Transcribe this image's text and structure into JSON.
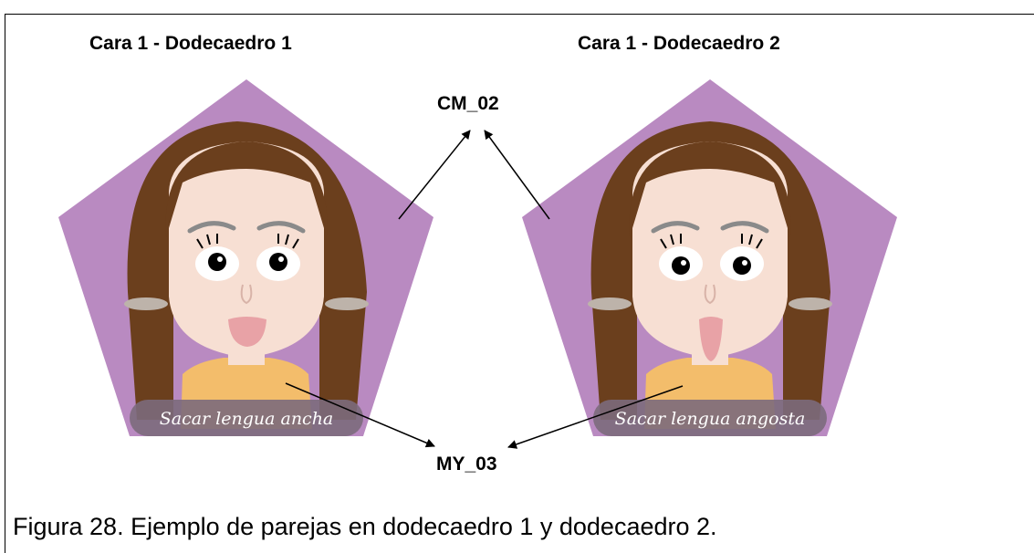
{
  "face1": {
    "title": "Cara 1 - Dodecaedro 1",
    "label": "Sacar lengua ancha"
  },
  "face2": {
    "title": "Cara 1 - Dodecaedro 2",
    "label": "Sacar lengua angosta"
  },
  "codes": {
    "top": "CM_02",
    "bottom": "MY_03"
  },
  "caption": "Figura 28. Ejemplo de parejas en dodecaedro 1 y dodecaedro 2.",
  "colors": {
    "pentagon": "#b98ac1",
    "hair": "#6b3f1d",
    "skin": "#f7dfd3",
    "shirt": "#f3bd6b",
    "tongue": "#e8a2a6",
    "pill": "#7c6a7c"
  }
}
